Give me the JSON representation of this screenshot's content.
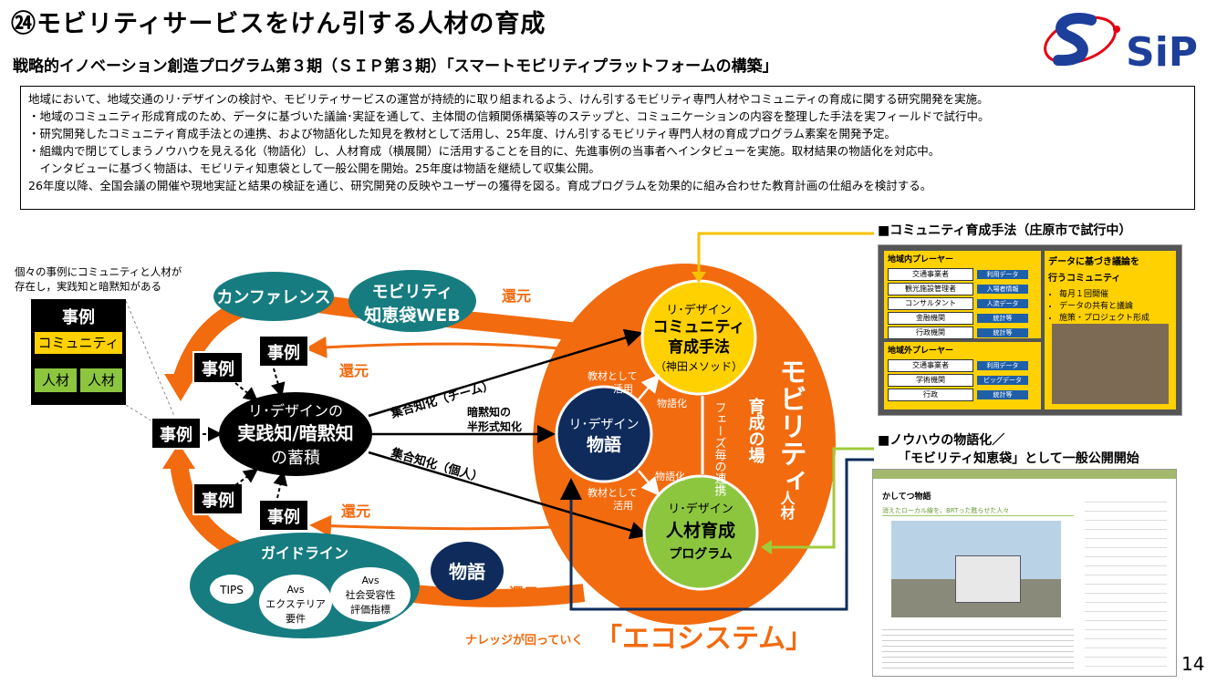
{
  "header": {
    "title": "㉔モビリティサービスをけん引する人材の育成",
    "subtitle": "戦略的イノベーション創造プログラム第３期（ＳＩＰ第３期）「スマートモビリティプラットフォームの構築」",
    "logo_text": "SiP"
  },
  "summary": {
    "lines": [
      "地域において、地域交通のリ･デザインの検討や、モビリティサービスの運営が持続的に取り組まれるよう、けん引するモビリティ専門人材やコミュニティの育成に関する研究開発を実施。",
      "・地域のコミュニティ形成育成のため、データに基づいた議論･実証を通して、主体間の信頼関係構築等のステップと、コミュニケーションの内容を整理した手法を実フィールドで試行中。",
      "・研究開発したコミュニティ育成手法との連携、および物語化した知見を教材として活用し、25年度、けん引するモビリティ専門人材の育成プログラム素案を開発予定。",
      "・組織内で閉じてしまうノウハウを見える化（物語化）し、人材育成（横展開）に活用することを目的に、先進事例の当事者へインタビューを実施。取材結果の物語化を対応中。",
      "　インタビューに基づく物語は、モビリティ知恵袋として一般公開を開始。25年度は物語を継続して収集公開。",
      "26年度以降、全国会議の開催や現地実証と結果の検証を通じ、研究開発の反映やユーザーの獲得を図る。育成プログラムを効果的に組み合わせた教育計画の仕組みを検討する。"
    ]
  },
  "diagram": {
    "note": [
      "個々の事例にコミュニティと人材が",
      "存在し，実践知と暗黙知がある"
    ],
    "case_box": {
      "title": "事例",
      "community": "コミュニティ",
      "person1": "人材",
      "person2": "人材"
    },
    "conference": "カンファレンス",
    "chiebukuro": [
      "モビリティ",
      "知恵袋WEB"
    ],
    "case": "事例",
    "return": "還元",
    "center": [
      "リ･デザインの",
      "実践知/暗黙知",
      "の蓄積"
    ],
    "shugo_team": "集合知化（チーム）",
    "shugo_kojin": "集合知化（個人）",
    "anmoku": [
      "暗黙知の",
      "半形式知化"
    ],
    "community_method": [
      "リ･デザイン",
      "コミュニティ",
      "育成手法",
      "（神田メソッド）"
    ],
    "story_circle": [
      "リ･デザイン",
      "物語"
    ],
    "program": [
      "リ･デザイン",
      "人材育成",
      "プログラム"
    ],
    "kyozai": [
      "教材として",
      "活用"
    ],
    "monogatari_ka": "物語化",
    "phase": "フェーズ毎の連携",
    "field": [
      "モビリティ",
      "人材",
      "育成の場"
    ],
    "guideline": "ガイドライン",
    "tips": "TIPS",
    "avs_ext": [
      "Avs",
      "エクステリア",
      "要件"
    ],
    "avs_social": [
      "Avs",
      "社会受容性",
      "評価指標"
    ],
    "story_bubble": "物語",
    "ecosystem_prefix": "ナレッジが回っていく",
    "ecosystem": "「エコシステム」"
  },
  "right_panel": {
    "community_title": "■コミュニティ育成手法（庄原市で試行中）",
    "local_players": "地域内プレーヤー",
    "local_items": [
      "交通事業者",
      "観光施設管理者",
      "コンサルタント",
      "金融機関",
      "行政機関"
    ],
    "local_tags": [
      "利用データ",
      "入場者情報",
      "人流データ",
      "統計等",
      "統計等"
    ],
    "outside_players": "地域外プレーヤー",
    "outside_items": [
      "交通事業者",
      "学術機関",
      "行政"
    ],
    "outside_tags": [
      "利用データ",
      "ビッグデータ",
      "統計等"
    ],
    "dots": "･･･",
    "data_community": [
      "データに基づき議論を",
      "行うコミュニティ"
    ],
    "bullets": [
      "毎月１回開催",
      "データの共有と議論",
      "施策・プロジェクト形成"
    ],
    "knowhow_title": [
      "■ノウハウの物語化／",
      "「モビリティ知恵袋」として一般公開開始"
    ],
    "web_title": "かしてつ物語",
    "web_subtitle": "消えたローカル線を、BRTった甦らせた人々"
  },
  "colors": {
    "orange": "#f26b0f",
    "teal": "#167c80",
    "navy": "#0e2b5c",
    "yellow": "#ffd100",
    "green": "#8cc63f",
    "yellow_arrow": "#f6c200",
    "green_arrow": "#9fcb3a"
  },
  "page_number": "14"
}
